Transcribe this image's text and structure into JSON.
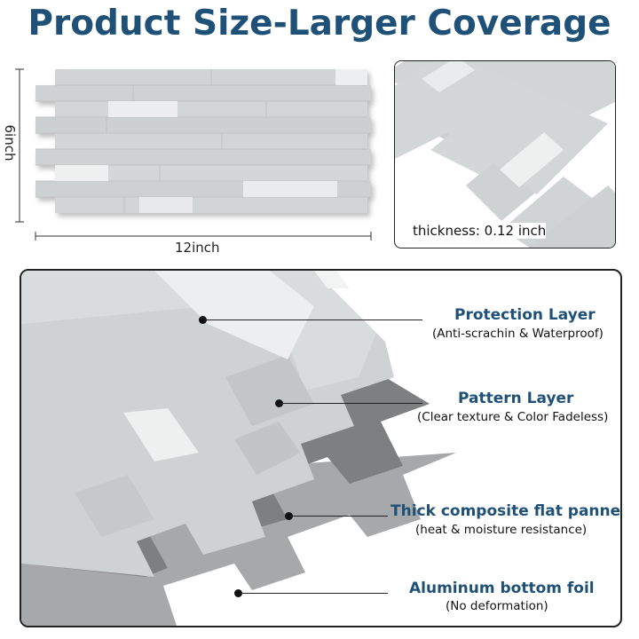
{
  "title": "Product Size-Larger Coverage",
  "dimensions": {
    "width_label": "12inch",
    "height_label": "6inch"
  },
  "thickness_label": "thickness: 0.12 inch",
  "layers": [
    {
      "title": "Protection Layer",
      "subtitle": "(Anti-scrachin & Waterproof)"
    },
    {
      "title": "Pattern Layer",
      "subtitle": "(Clear texture & Color Fadeless)"
    },
    {
      "title": "Thick composite flat panne",
      "subtitle": "(heat & moisture resistance)"
    },
    {
      "title": "Aluminum bottom foil",
      "subtitle": "(No deformation)"
    }
  ],
  "colors": {
    "title": "#1f5178",
    "stone": "#d3d6d6",
    "metal": "#e9ebec",
    "composite": "#7d7f80",
    "foil": "#a6a8a9"
  }
}
